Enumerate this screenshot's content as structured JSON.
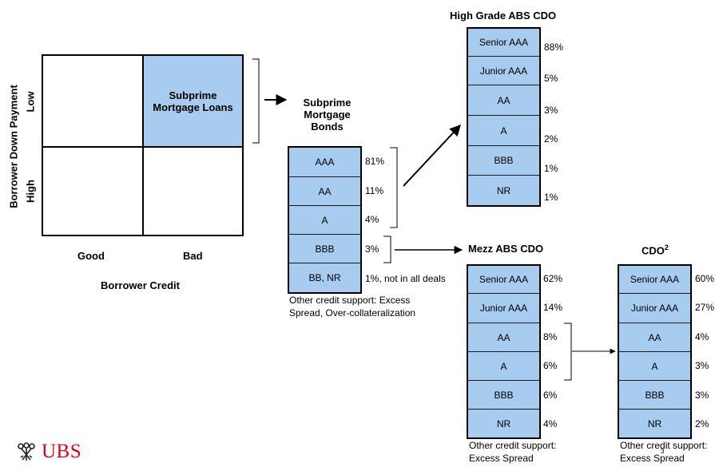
{
  "matrix": {
    "y_axis_label": "Borrower Down Payment",
    "row_low": "Low",
    "row_high": "High",
    "col_good": "Good",
    "col_bad": "Bad",
    "x_axis_label": "Borrower Credit",
    "highlight_line1": "Subprime",
    "highlight_line2": "Mortgage Loans"
  },
  "bonds": {
    "title_line1": "Subprime",
    "title_line2": "Mortgage",
    "title_line3": "Bonds",
    "tranches": [
      {
        "label": "AAA",
        "pct": "81%"
      },
      {
        "label": "AA",
        "pct": "11%"
      },
      {
        "label": "A",
        "pct": "4%"
      },
      {
        "label": "BBB",
        "pct": "3%"
      },
      {
        "label": "BB, NR",
        "pct": "1%, not in all deals"
      }
    ],
    "note_line1": "Other credit support: Excess",
    "note_line2": "Spread, Over-collateralization"
  },
  "high_grade": {
    "title": "High Grade ABS CDO",
    "tranches": [
      {
        "label": "Senior AAA",
        "pct": "88%"
      },
      {
        "label": "Junior AAA",
        "pct": "5%"
      },
      {
        "label": "AA",
        "pct": "3%"
      },
      {
        "label": "A",
        "pct": "2%"
      },
      {
        "label": "BBB",
        "pct": "1%"
      },
      {
        "label": "NR",
        "pct": "1%"
      }
    ]
  },
  "mezz": {
    "title": "Mezz ABS CDO",
    "tranches": [
      {
        "label": "Senior AAA",
        "pct": "62%"
      },
      {
        "label": "Junior AAA",
        "pct": "14%"
      },
      {
        "label": "AA",
        "pct": "8%"
      },
      {
        "label": "A",
        "pct": "6%"
      },
      {
        "label": "BBB",
        "pct": "6%"
      },
      {
        "label": "NR",
        "pct": "4%"
      }
    ],
    "note_line1": "Other credit support:",
    "note_line2": "Excess Spread"
  },
  "cdo2": {
    "title": "CDO",
    "title_sup": "2",
    "tranches": [
      {
        "label": "Senior AAA",
        "pct": "60%"
      },
      {
        "label": "Junior AAA",
        "pct": "27%"
      },
      {
        "label": "AA",
        "pct": "4%"
      },
      {
        "label": "A",
        "pct": "3%"
      },
      {
        "label": "BBB",
        "pct": "3%"
      },
      {
        "label": "NR",
        "pct": "2%"
      }
    ],
    "note_line1": "Other credit support:",
    "note_line2": "Excess Spread"
  },
  "logo": {
    "text": "UBS",
    "icon": "ubs-keys-icon"
  },
  "page_number": "3"
}
